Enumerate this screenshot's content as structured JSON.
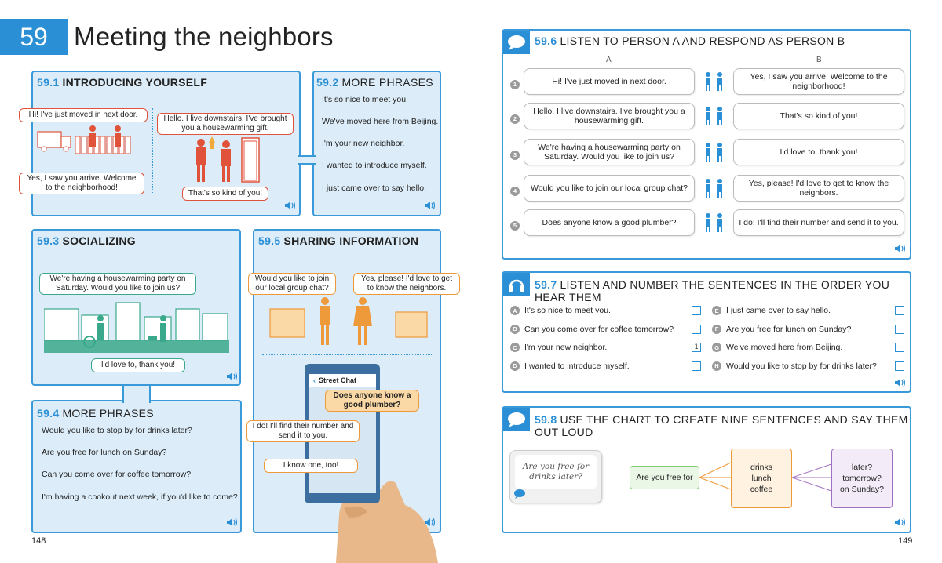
{
  "header": {
    "unit_number": "59",
    "title": "Meeting the neighbors"
  },
  "colors": {
    "accent": "#2b8fd6",
    "panel_fill": "#dcecf8",
    "red": "#e0533a",
    "green": "#3aa88a",
    "orange": "#ef9a3a",
    "purple": "#a070c0"
  },
  "s591": {
    "num": "59.1",
    "title": "INTRODUCING YOURSELF",
    "bubbles": [
      "Hi! I've just moved in next door.",
      "Yes, I saw you arrive. Welcome to the neighborhood!",
      "Hello. I live downstairs. I've brought you a housewarming gift.",
      "That's so kind of you!"
    ]
  },
  "s592": {
    "num": "59.2",
    "title": "MORE PHRASES",
    "phrases": [
      "It's so nice to meet you.",
      "We've moved here from Beijing.",
      "I'm your new neighbor.",
      "I wanted to introduce myself.",
      "I just came over to say hello."
    ]
  },
  "s593": {
    "num": "59.3",
    "title": "SOCIALIZING",
    "bubbles": [
      "We're having a housewarming party on Saturday. Would you like to join us?",
      "I'd love to, thank you!"
    ]
  },
  "s594": {
    "num": "59.4",
    "title": "MORE PHRASES",
    "phrases": [
      "Would you like to stop by for drinks later?",
      "Are you free for lunch on Sunday?",
      "Can you come over for coffee tomorrow?",
      "I'm having a cookout next week, if you'd like to come?"
    ]
  },
  "s595": {
    "num": "59.5",
    "title": "SHARING INFORMATION",
    "bubbles": [
      "Would you like to join our local group chat?",
      "Yes, please! I'd love to get to know the neighbors."
    ],
    "phone": {
      "app_title": "Street Chat",
      "messages": [
        "Does anyone know a good plumber?",
        "I do! I'll find their number and send it to you.",
        "I know one, too!"
      ]
    }
  },
  "s596": {
    "num": "59.6",
    "title": "LISTEN TO PERSON A AND RESPOND AS PERSON B",
    "col_a": "A",
    "col_b": "B",
    "rows": [
      {
        "n": "1",
        "a": "Hi! I've just moved in next door.",
        "b": "Yes, I saw you arrive. Welcome to the neighborhood!"
      },
      {
        "n": "2",
        "a": "Hello. I live downstairs. I've brought you a housewarming gift.",
        "b": "That's so kind of you!"
      },
      {
        "n": "3",
        "a": "We're having a housewarming party on Saturday. Would you like to join us?",
        "b": "I'd love to, thank you!"
      },
      {
        "n": "4",
        "a": "Would you like to join our local group chat?",
        "b": "Yes, please! I'd love to get to know the neighbors."
      },
      {
        "n": "5",
        "a": "Does anyone know a good plumber?",
        "b": "I do! I'll find their number and send it to you."
      }
    ]
  },
  "s597": {
    "num": "59.7",
    "title": "LISTEN AND NUMBER THE SENTENCES IN THE ORDER YOU HEAR THEM",
    "items": [
      {
        "letter": "A",
        "text": "It's so nice to meet you.",
        "answer": ""
      },
      {
        "letter": "B",
        "text": "Can you come over for coffee tomorrow?",
        "answer": ""
      },
      {
        "letter": "C",
        "text": "I'm your new neighbor.",
        "answer": "1"
      },
      {
        "letter": "D",
        "text": "I wanted to introduce myself.",
        "answer": ""
      },
      {
        "letter": "E",
        "text": "I just came over to say hello.",
        "answer": ""
      },
      {
        "letter": "F",
        "text": "Are you free for lunch on Sunday?",
        "answer": ""
      },
      {
        "letter": "G",
        "text": "We've moved here from Beijing.",
        "answer": ""
      },
      {
        "letter": "H",
        "text": "Would you like to stop by for drinks later?",
        "answer": ""
      }
    ]
  },
  "s598": {
    "num": "59.8",
    "title": "USE THE CHART TO CREATE NINE SENTENCES AND SAY THEM OUT LOUD",
    "example": "Are you free for drinks later?",
    "start": "Are you free for",
    "middle": [
      "drinks",
      "lunch",
      "coffee"
    ],
    "end": [
      "later?",
      "tomorrow?",
      "on Sunday?"
    ]
  },
  "pages": {
    "left": "148",
    "right": "149"
  }
}
